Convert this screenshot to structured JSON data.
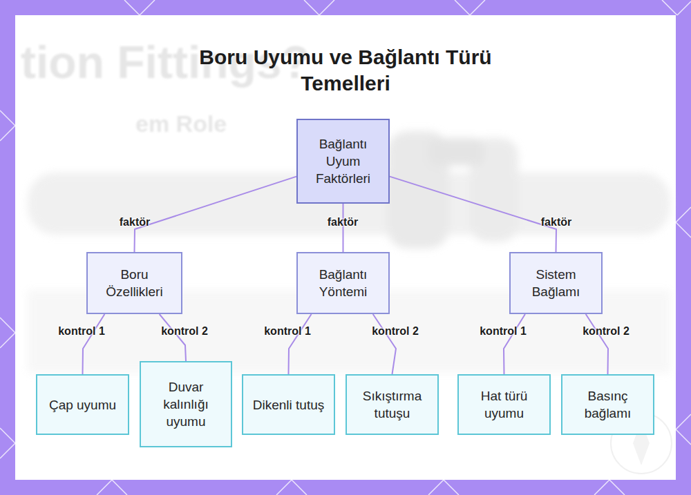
{
  "diagram": {
    "title": "Boru Uyumu ve Bağlantı Türü Temelleri",
    "nodes": [
      {
        "text": [
          "Bağlantı Uyum Faktörleri"
        ]
      },
      {
        "text": [
          "Boru Özellikleri"
        ]
      },
      {
        "text": [
          "Bağlantı Yöntemi"
        ]
      },
      {
        "text": [
          "Sistem Bağlamı"
        ]
      },
      {
        "text": [
          "Çap uyumu"
        ]
      },
      {
        "text": [
          "Duvar kalınlığı uyumu"
        ]
      },
      {
        "text": [
          "Dikenli tutuş"
        ]
      },
      {
        "text": [
          "Sıkıştırma tutuşu"
        ]
      },
      {
        "text": [
          "Hat türü uyumu"
        ]
      },
      {
        "text": [
          "Basınç bağlamı"
        ]
      }
    ],
    "edges": [
      {
        "from": 0,
        "to": 1,
        "label": "faktör",
        "arrow": "none"
      },
      {
        "from": 0,
        "to": 2,
        "label": "faktör",
        "arrow": "none"
      },
      {
        "from": 0,
        "to": 3,
        "label": "faktör",
        "arrow": "none"
      },
      {
        "from": 1,
        "to": 4,
        "label": "kontrol 1",
        "arrow": "none"
      },
      {
        "from": 1,
        "to": 5,
        "label": "kontrol 2",
        "arrow": "none"
      },
      {
        "from": 2,
        "to": 6,
        "label": "kontrol 1",
        "arrow": "none"
      },
      {
        "from": 2,
        "to": 7,
        "label": "kontrol 2",
        "arrow": "none"
      },
      {
        "from": 3,
        "to": 8,
        "label": "kontrol 1",
        "arrow": "none"
      },
      {
        "from": 3,
        "to": 9,
        "label": "kontrol 2",
        "arrow": "none"
      }
    ],
    "labels": [
      "tion Fittings?",
      "em Role"
    ]
  }
}
